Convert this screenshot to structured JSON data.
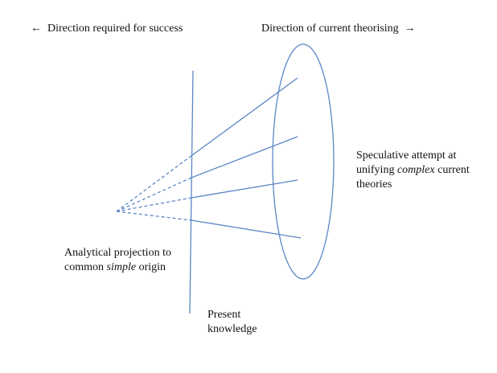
{
  "labels": {
    "left_arrow": "←",
    "direction_success": "Direction required for success",
    "direction_theorising": "Direction of current theorising",
    "right_arrow": "→",
    "speculative_line1": "Speculative attempt at",
    "speculative_line2_pre": "unifying ",
    "speculative_line2_em": "complex",
    "speculative_line2_post": " current",
    "speculative_line3": "theories",
    "analytical_line1": "Analytical projection to",
    "analytical_line2_pre": "common ",
    "analytical_line2_em": "simple",
    "analytical_line2_post": " origin",
    "present_line1": "Present",
    "present_line2": "knowledge"
  },
  "colors": {
    "line": "#5b86c4",
    "text": "#111111"
  }
}
